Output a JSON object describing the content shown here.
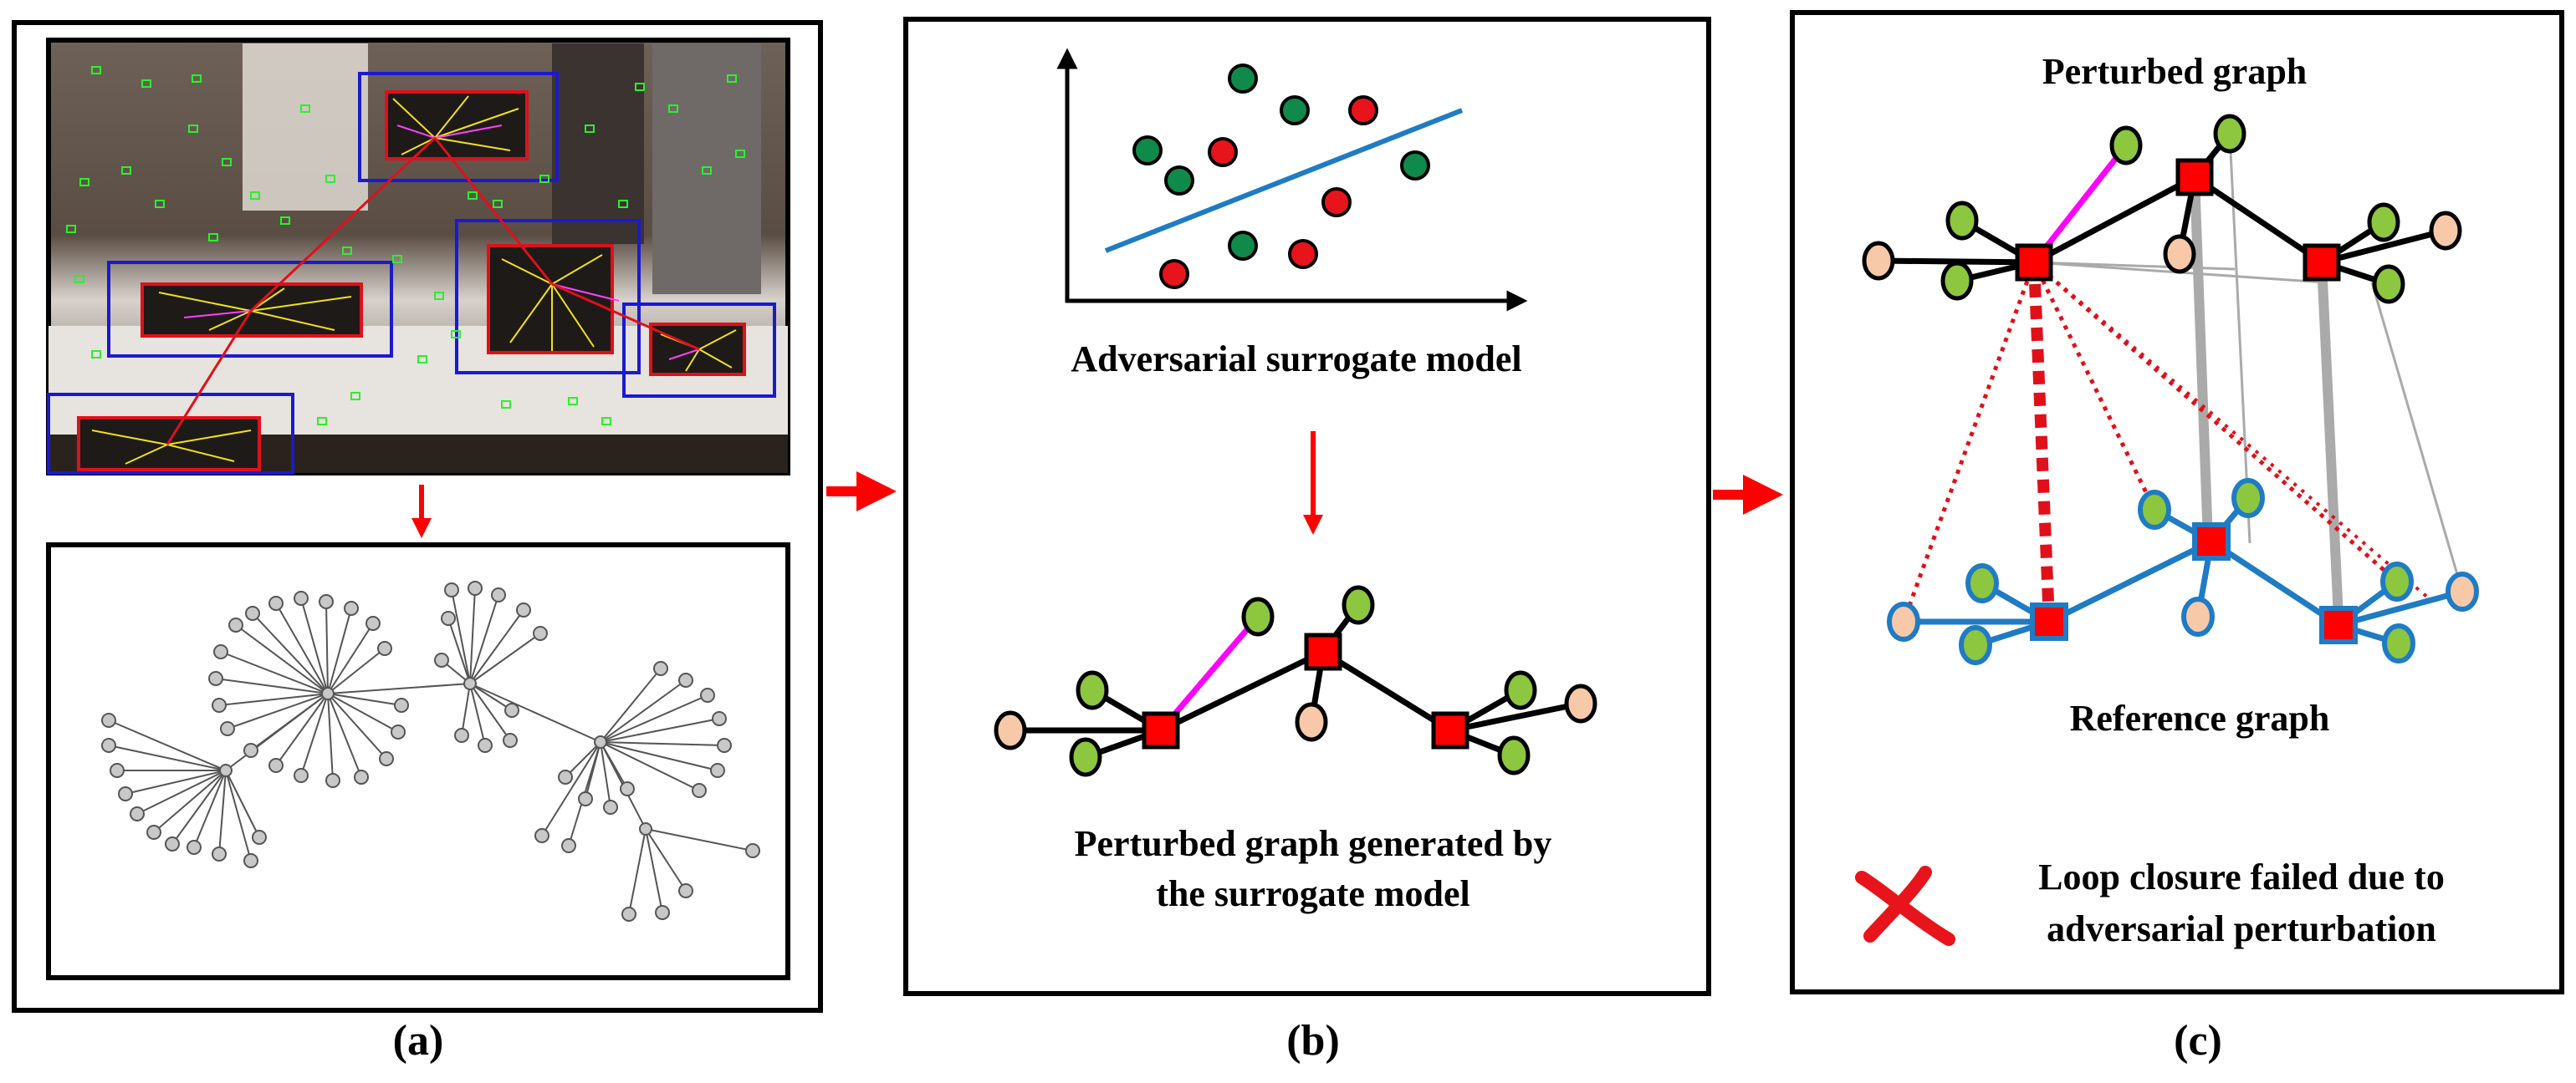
{
  "panel_b": {
    "surrogate_label": "Adversarial surrogate model",
    "perturbed_label_line1": "Perturbed graph generated by",
    "perturbed_label_line2": "the surrogate model"
  },
  "panel_c": {
    "perturbed_title": "Perturbed graph",
    "reference_title": "Reference graph",
    "legend_line1": "Loop closure failed due to",
    "legend_line2": "adversarial perturbation"
  },
  "captions": [
    "(a)",
    "(b)",
    "(c)"
  ],
  "colors": {
    "object_node": "#ff0000",
    "green_node": "#8dc63f",
    "peach_node": "#f7c9a9",
    "magenta_edge": "#ff00ff",
    "blue_edge": "#1f7bc4",
    "arrow": "#ff0000",
    "fail_mark": "#e8141b"
  }
}
